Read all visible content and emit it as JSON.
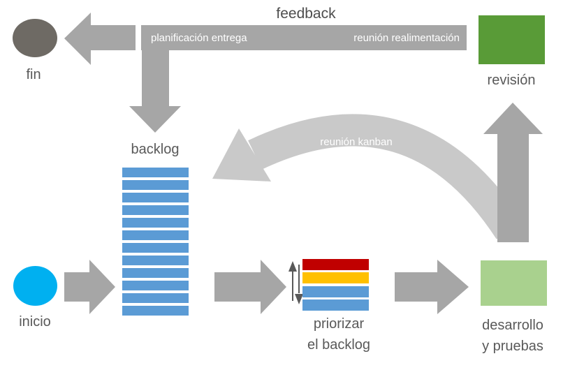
{
  "diagram": {
    "title": "feedback",
    "top_bar": {
      "left_label": "planificación entrega",
      "right_label": "reunión realimentación"
    },
    "curved_arrow_label": "reunión kanban",
    "nodes": {
      "fin": {
        "label": "fin"
      },
      "inicio": {
        "label": "inicio"
      },
      "backlog": {
        "label": "backlog",
        "bar_count": 12
      },
      "prioritize": {
        "label_line1": "priorizar",
        "label_line2": "el backlog",
        "bar_colors": [
          "#C00000",
          "#FFC000",
          "#5B9BD5",
          "#5B9BD5"
        ]
      },
      "develop": {
        "label_line1": "desarrollo",
        "label_line2": "y pruebas"
      },
      "review": {
        "label": "revisión"
      }
    },
    "colors": {
      "arrow": "#a6a6a6",
      "curved-arrow": "#c9c9c9",
      "backlog-blue": "#5B9BD5",
      "inicio-cyan": "#00B0F0",
      "fin-gray": "#6e6a64",
      "review-green": "#599b37",
      "develop-green": "#A9D18E",
      "label-text": "#595959",
      "title-text": "#4d4d4d",
      "bar-text": "#ffffff"
    }
  }
}
